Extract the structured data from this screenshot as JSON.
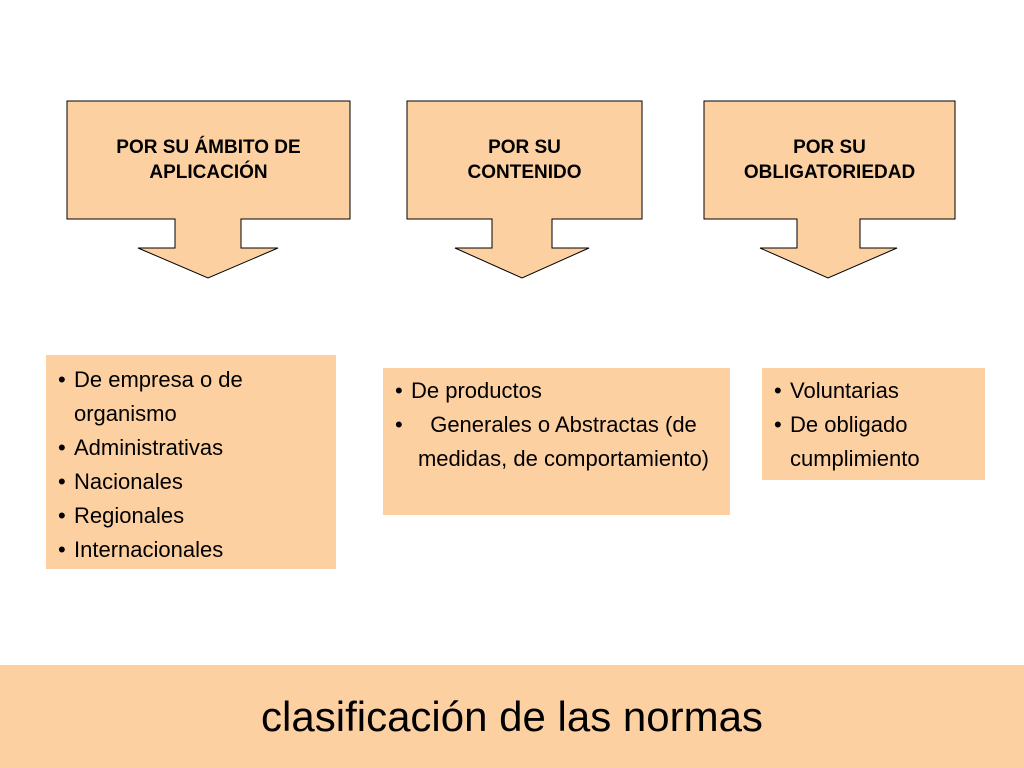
{
  "categories": [
    {
      "label": "POR SU ÁMBITO DE APLICACIÓN"
    },
    {
      "label": "POR SU CONTENIDO"
    },
    {
      "label": "POR SU OBLIGATORIEDAD"
    }
  ],
  "lists": [
    {
      "items": [
        "De empresa o de organismo",
        "Administrativas",
        "Nacionales",
        "Regionales",
        "Internacionales"
      ]
    },
    {
      "items": [
        "De productos",
        "Generales o  Abstractas (de medidas, de comportamiento)"
      ]
    },
    {
      "items": [
        "Voluntarias",
        "De obligado cumplimiento"
      ]
    }
  ],
  "bullet": "•",
  "footer": {
    "title": "clasificación de las normas"
  },
  "colors": {
    "fill": "#fdd0a2",
    "stroke": "#000000"
  }
}
